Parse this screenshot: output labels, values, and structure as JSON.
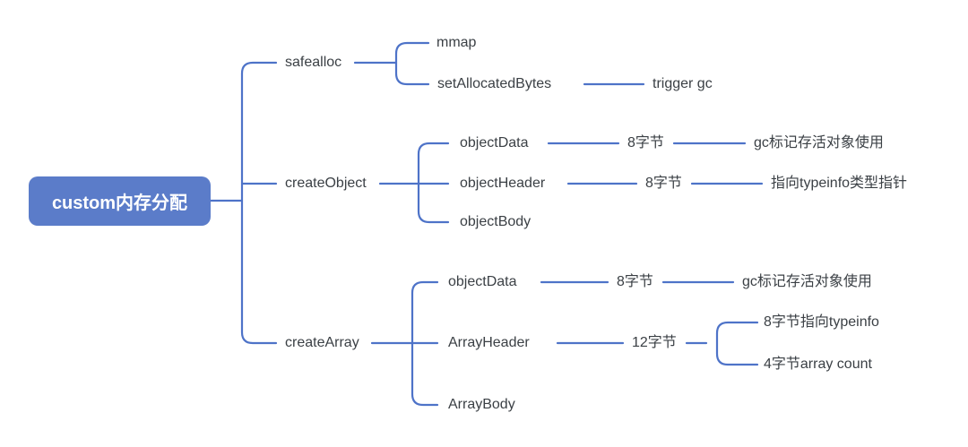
{
  "root": {
    "label": "custom内存分配"
  },
  "branches": [
    {
      "label": "safealloc",
      "children": [
        {
          "label": "mmap"
        },
        {
          "label": "setAllocatedBytes",
          "children": [
            {
              "label": "trigger gc"
            }
          ]
        }
      ]
    },
    {
      "label": "createObject",
      "children": [
        {
          "label": "objectData",
          "children": [
            {
              "label": "8字节",
              "children": [
                {
                  "label": "gc标记存活对象使用"
                }
              ]
            }
          ]
        },
        {
          "label": "objectHeader",
          "children": [
            {
              "label": "8字节",
              "children": [
                {
                  "label": "指向typeinfo类型指针"
                }
              ]
            }
          ]
        },
        {
          "label": "objectBody"
        }
      ]
    },
    {
      "label": "createArray",
      "children": [
        {
          "label": "objectData",
          "children": [
            {
              "label": "8字节",
              "children": [
                {
                  "label": "gc标记存活对象使用"
                }
              ]
            }
          ]
        },
        {
          "label": "ArrayHeader",
          "children": [
            {
              "label": "12字节",
              "children": [
                {
                  "label": "8字节指向typeinfo"
                },
                {
                  "label": "4字节array count"
                }
              ]
            }
          ]
        },
        {
          "label": "ArrayBody"
        }
      ]
    }
  ],
  "colors": {
    "line": "#4e73c8",
    "root_fill": "#5b7cc9",
    "root_text": "#ffffff",
    "text": "#3b4045",
    "background": "#ffffff"
  }
}
